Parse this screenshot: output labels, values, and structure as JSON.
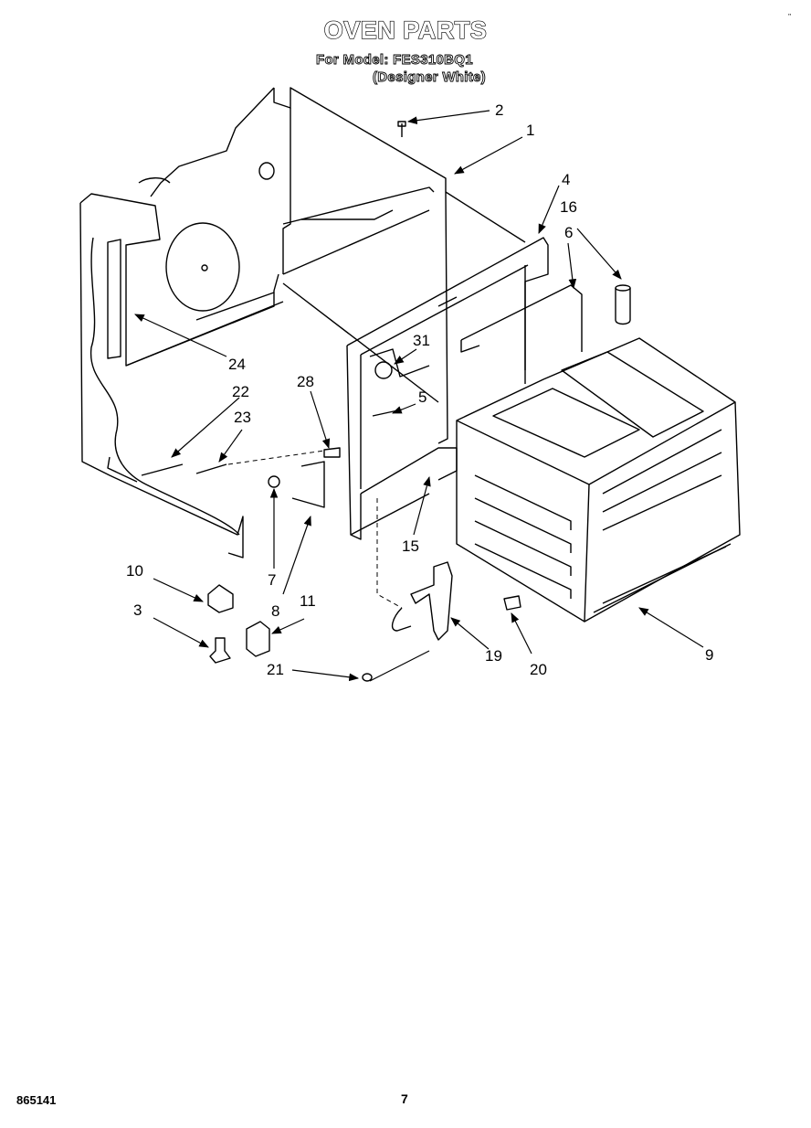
{
  "header": {
    "title": "OVEN PARTS",
    "model_line": "For Model: FES310BQ1",
    "color_line": "(Designer White)",
    "corner_mark": "\""
  },
  "footer": {
    "document_number": "865141",
    "page_number": "7"
  },
  "callouts": {
    "c1": "1",
    "c2": "2",
    "c3": "3",
    "c4": "4",
    "c5": "5",
    "c6": "6",
    "c7": "7",
    "c8": "8",
    "c9": "9",
    "c10": "10",
    "c11": "11",
    "c15": "15",
    "c16": "16",
    "c19": "19",
    "c20": "20",
    "c21": "21",
    "c22": "22",
    "c23": "23",
    "c24": "24",
    "c28": "28",
    "c31": "31"
  }
}
